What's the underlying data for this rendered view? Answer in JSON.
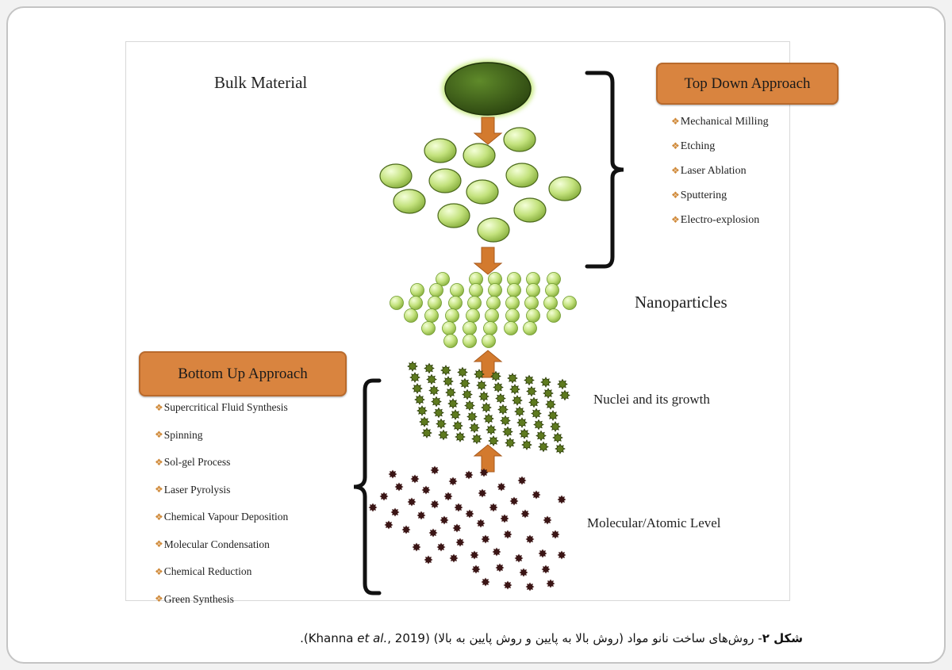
{
  "labels": {
    "bulk": "Bulk Material",
    "nano": "Nanoparticles",
    "nuclei": "Nuclei and its growth",
    "molecular": "Molecular/Atomic Level"
  },
  "top_down": {
    "title": "Top Down Approach",
    "methods": [
      "Mechanical Milling",
      "Etching",
      "Laser Ablation",
      "Sputtering",
      "Electro-explosion"
    ]
  },
  "bottom_up": {
    "title": "Bottom Up Approach",
    "methods": [
      "Supercritical Fluid Synthesis",
      "Spinning",
      "Sol-gel Process",
      "Laser Pyrolysis",
      "Chemical Vapour Deposition",
      "Molecular Condensation",
      "Chemical Reduction",
      "Green Synthesis"
    ]
  },
  "caption": {
    "label": "شکل ۲",
    "text": "- روش‌های ساخت نانو مواد (روش بالا به پایین و روش پایین به بالا) (Khanna ",
    "et_al": "et al.",
    "year": ", 2019)."
  },
  "colors": {
    "approach_box": "#d9843f",
    "arrow": "#d37a2e",
    "sphere": "#c6e58a",
    "bulk": "#3b5a16",
    "nuclei": "#5e7a1f",
    "molecule": "#3b1515"
  }
}
